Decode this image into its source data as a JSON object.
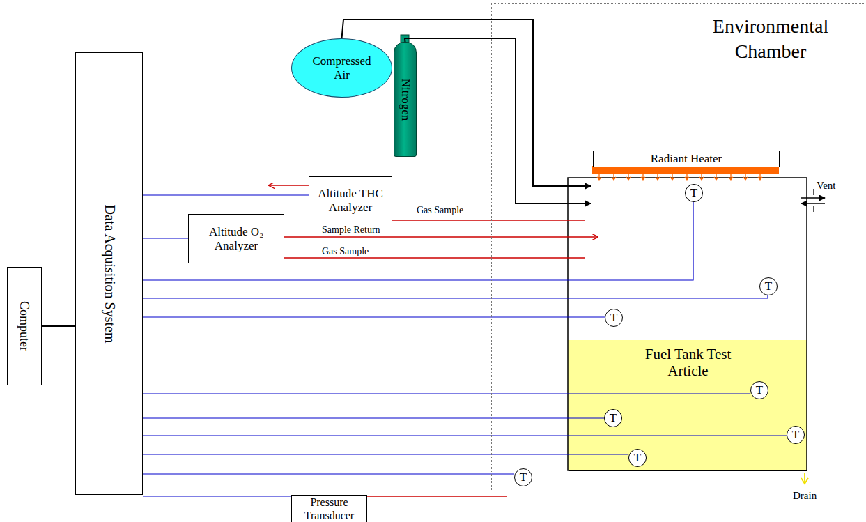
{
  "diagram": {
    "nodes": [
      {
        "text": [
          "Compressed Air"
        ]
      },
      {
        "text": [
          "Nitrogen"
        ]
      },
      {
        "text": [
          "Environmental Chamber"
        ]
      },
      {
        "text": [
          "Radiant Heater"
        ],
        "in": 2
      },
      {
        "text": [
          "T"
        ],
        "in": 2
      },
      {
        "text": [
          "Altitude THC Analyzer"
        ]
      },
      {
        "text": [
          "Data Acquisition System"
        ]
      },
      {
        "text": [
          "Altitude O₂ Analyzer"
        ]
      },
      {
        "text": [
          "T"
        ],
        "in": 2
      },
      {
        "text": [
          "T"
        ],
        "in": 2
      },
      {
        "text": [
          "Computer"
        ]
      },
      {
        "text": [
          "Fuel Tank Test Article"
        ],
        "in": 2
      },
      {
        "text": [
          "T"
        ],
        "in": 11
      },
      {
        "text": [
          "T"
        ],
        "in": 11
      },
      {
        "text": [
          "T"
        ],
        "in": 11
      },
      {
        "text": [
          "T"
        ],
        "in": 11
      },
      {
        "text": [
          "T"
        ],
        "in": 2
      },
      {
        "text": [
          "Pressure Transducer"
        ]
      }
    ],
    "edges": [
      {
        "from": 0,
        "to": 2,
        "arrow": "to"
      },
      {
        "from": 1,
        "to": 2,
        "arrow": "to"
      },
      {
        "from": 10,
        "to": 6,
        "arrow": "none"
      },
      {
        "from": 6,
        "to": 5,
        "arrow": "none"
      },
      {
        "from": 6,
        "to": 7,
        "arrow": "none"
      },
      {
        "from": 6,
        "to": 4,
        "arrow": "none"
      },
      {
        "from": 6,
        "to": 8,
        "arrow": "none"
      },
      {
        "from": 6,
        "to": 9,
        "arrow": "none"
      },
      {
        "from": 6,
        "to": 12,
        "arrow": "none"
      },
      {
        "from": 6,
        "to": 13,
        "arrow": "none"
      },
      {
        "from": 6,
        "to": 14,
        "arrow": "none"
      },
      {
        "from": 6,
        "to": 15,
        "arrow": "none"
      },
      {
        "from": 6,
        "to": 16,
        "arrow": "none"
      },
      {
        "from": 6,
        "to": 17,
        "arrow": "none"
      }
    ],
    "labels": [
      "Gas Sample",
      "Sample Return",
      "Gas Sample",
      "Vent",
      "Drain"
    ]
  }
}
